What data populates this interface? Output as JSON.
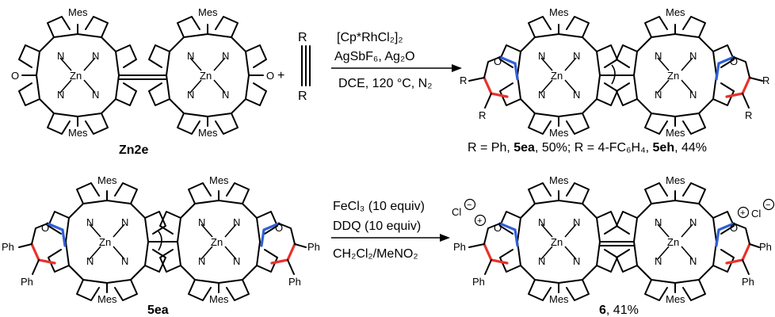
{
  "colors": {
    "ring_new_bonds": "#e8322b",
    "ring_oxygen_bonds": "#2f5fd6",
    "ink": "#000000"
  },
  "atoms": {
    "N": "N",
    "Zn": "Zn",
    "O": "O",
    "Mes": "Mes",
    "R": "R",
    "Ph": "Ph",
    "Cl": "Cl",
    "plus": "+",
    "minus": "−"
  },
  "reaction1": {
    "reactant_label": "Zn2e",
    "plus_sign": "+",
    "alkyne_substituent": "R",
    "conditions": {
      "line1": "[Cp*RhCl₂]₂",
      "line2": "AgSbF₆, Ag₂O",
      "line3": "DCE, 120 °C, N₂"
    },
    "product_caption": {
      "part1": "R = Ph, ",
      "compound1": "5ea",
      "part2": ", 50%; R = 4-FC₆H₄, ",
      "compound2": "5eh",
      "part3": ", 44%"
    }
  },
  "reaction2": {
    "reactant_label": "5ea",
    "conditions": {
      "line1": "FeCl₃ (10 equiv)",
      "line2": "DDQ (10 equiv)",
      "line3": "CH₂Cl₂/MeNO₂"
    },
    "product_label": "6",
    "product_yield": ", 41%"
  }
}
